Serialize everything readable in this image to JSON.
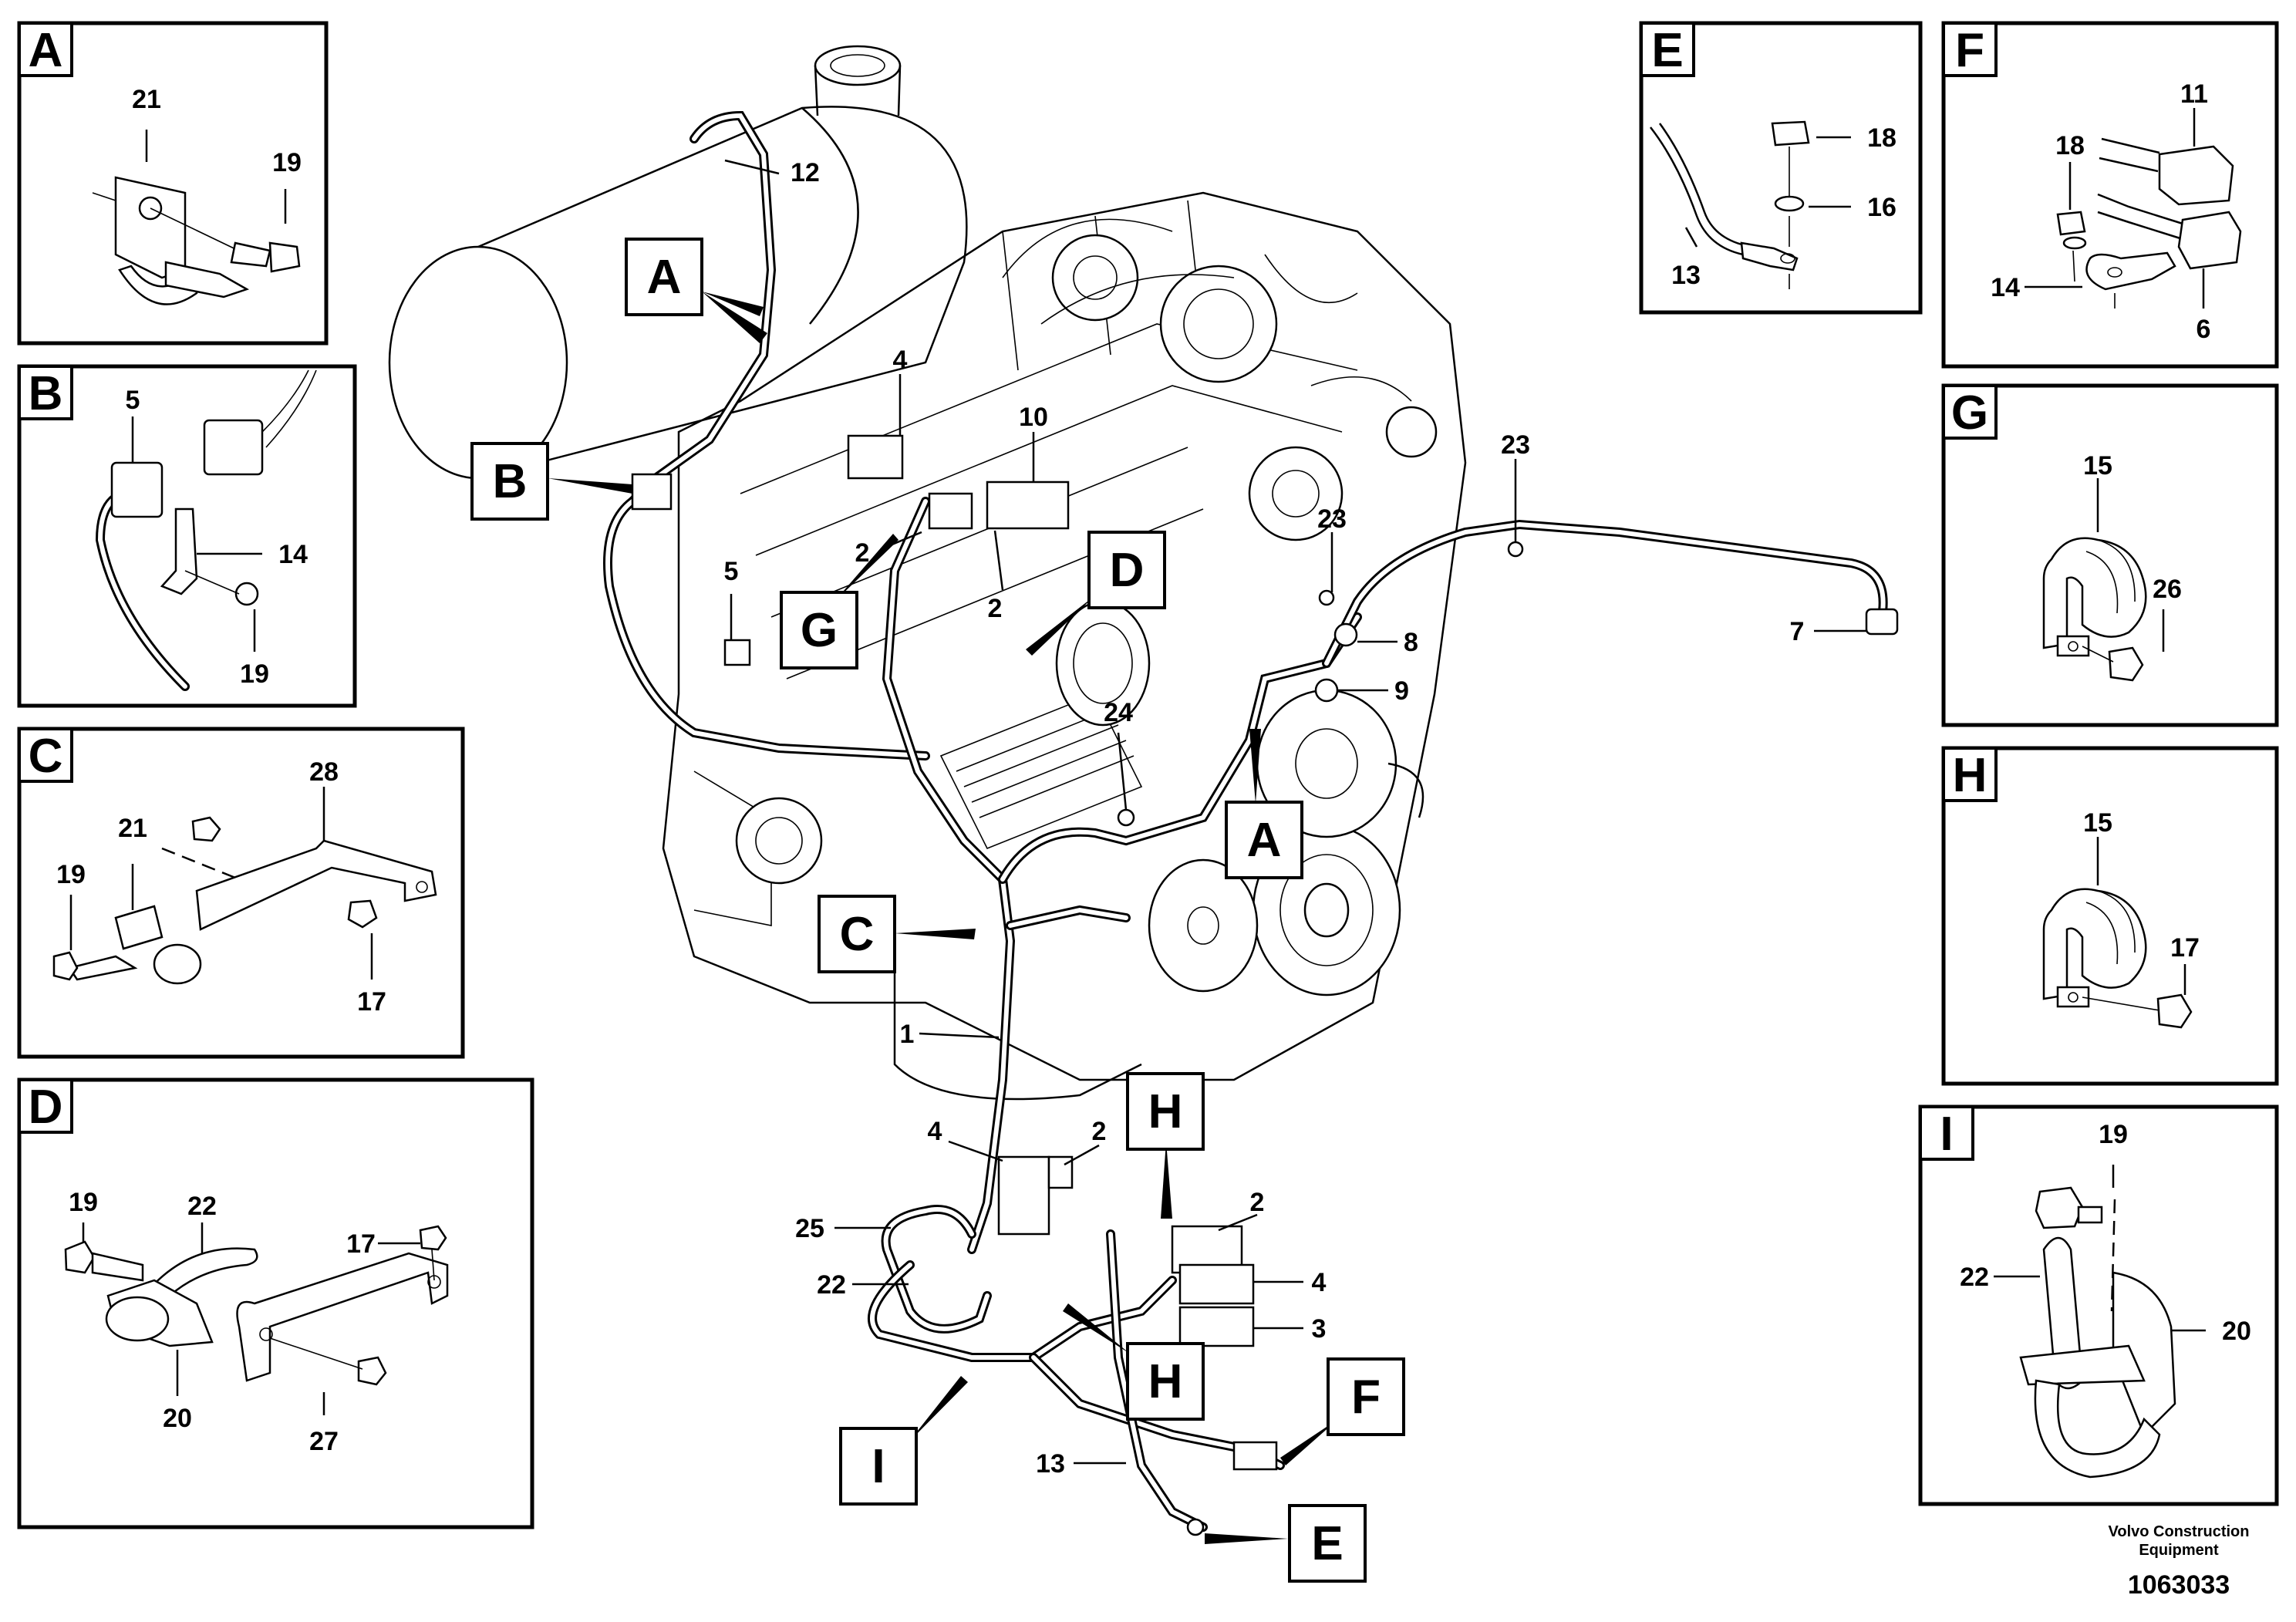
{
  "detail_views": {
    "A": {
      "letter": "A",
      "callouts": [
        "21",
        "19"
      ]
    },
    "B": {
      "letter": "B",
      "callouts": [
        "5",
        "14",
        "19"
      ]
    },
    "C": {
      "letter": "C",
      "callouts": [
        "28",
        "21",
        "19",
        "17"
      ]
    },
    "D": {
      "letter": "D",
      "callouts": [
        "19",
        "22",
        "17",
        "20",
        "27"
      ]
    },
    "E": {
      "letter": "E",
      "callouts": [
        "18",
        "16",
        "13"
      ]
    },
    "F": {
      "letter": "F",
      "callouts": [
        "11",
        "18",
        "14",
        "6"
      ]
    },
    "G": {
      "letter": "G",
      "callouts": [
        "15",
        "26"
      ]
    },
    "H": {
      "letter": "H",
      "callouts": [
        "15",
        "17"
      ]
    },
    "I": {
      "letter": "I",
      "callouts": [
        "19",
        "22",
        "20"
      ]
    }
  },
  "main_view": {
    "view_markers": [
      "A",
      "B",
      "G",
      "D",
      "A",
      "C",
      "H",
      "H",
      "I",
      "F",
      "E"
    ],
    "callouts": [
      "12",
      "4",
      "10",
      "2",
      "2",
      "5",
      "23",
      "23",
      "8",
      "9",
      "7",
      "24",
      "1",
      "4",
      "2",
      "2",
      "25",
      "22",
      "4",
      "3",
      "13"
    ]
  },
  "footer": {
    "credit_line1": "Volvo Construction",
    "credit_line2": "Equipment",
    "document_number": "1063033"
  }
}
